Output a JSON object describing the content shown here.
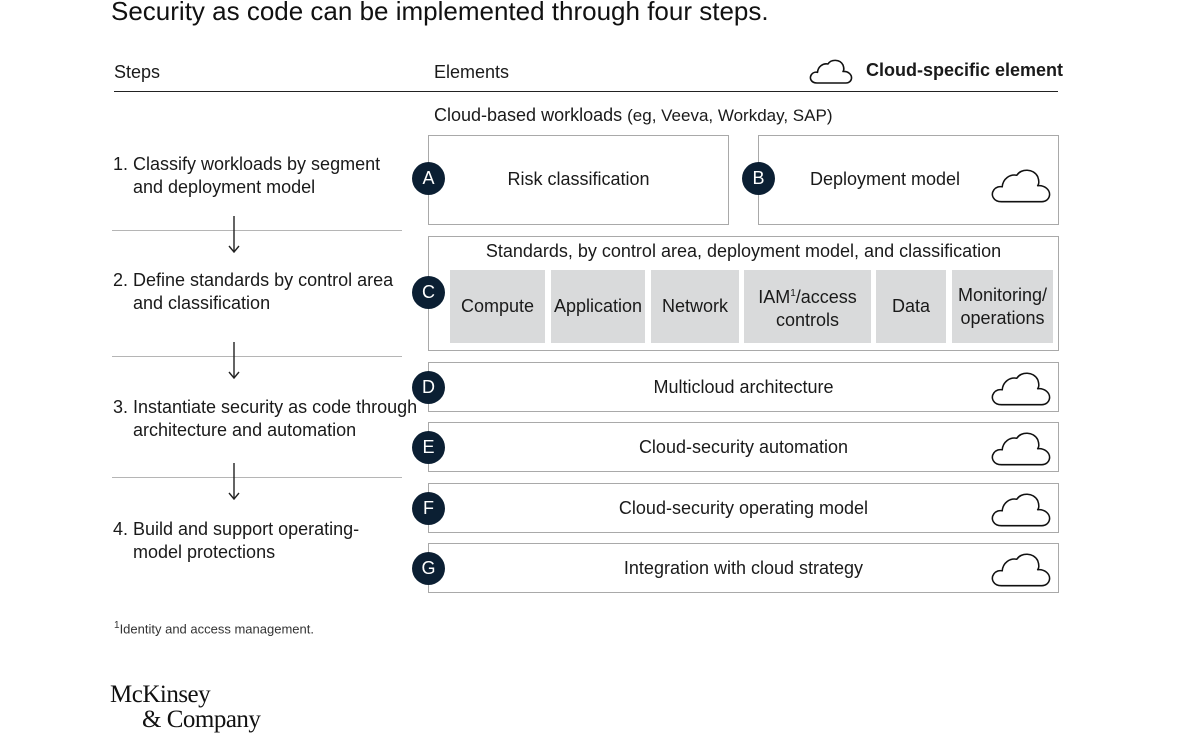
{
  "title": "Security as code can be implemented through four steps.",
  "headers": {
    "steps": "Steps",
    "elements": "Elements",
    "legend": "Cloud-specific element",
    "legend_icon": "cloud-icon"
  },
  "workloads": {
    "label": "Cloud-based workloads",
    "note": "(eg, Veeva, Workday, SAP)"
  },
  "steps": [
    {
      "number": "1.",
      "line1": "Classify workloads by segment",
      "line2": "and deployment model"
    },
    {
      "number": "2.",
      "line1": "Define standards by control area",
      "line2": "and classification"
    },
    {
      "number": "3.",
      "line1": "Instantiate security as code through",
      "line2": "architecture and automation"
    },
    {
      "number": "4.",
      "line1": "Build and support operating-",
      "line2": "model protections"
    }
  ],
  "elements": {
    "a": {
      "letter": "A",
      "label": "Risk classification",
      "cloud": false
    },
    "b": {
      "letter": "B",
      "label": "Deployment model",
      "cloud": true
    },
    "c": {
      "letter": "C",
      "label": "Standards, by control area, deployment model, and classification",
      "tiles": {
        "compute": "Compute",
        "application": "Application",
        "network": "Network",
        "iam_prefix": "IAM",
        "iam_sup": "1",
        "iam_suffix": "/access",
        "iam_line2": "controls",
        "data": "Data",
        "monitoring_line1": "Monitoring/",
        "monitoring_line2": "operations"
      }
    },
    "d": {
      "letter": "D",
      "label": "Multicloud architecture",
      "cloud": true
    },
    "e": {
      "letter": "E",
      "label": "Cloud-security automation",
      "cloud": true
    },
    "f": {
      "letter": "F",
      "label": "Cloud-security operating model",
      "cloud": true
    },
    "g": {
      "letter": "G",
      "label": "Integration with cloud strategy",
      "cloud": true
    }
  },
  "footnote": {
    "sup": "1",
    "text": "Identity and access management."
  },
  "logo": {
    "line1": "McKinsey",
    "line2": "& Company"
  },
  "colors": {
    "badge": "#0b1f33",
    "tile": "#d9dadb",
    "box_border": "#a9a9a9"
  }
}
